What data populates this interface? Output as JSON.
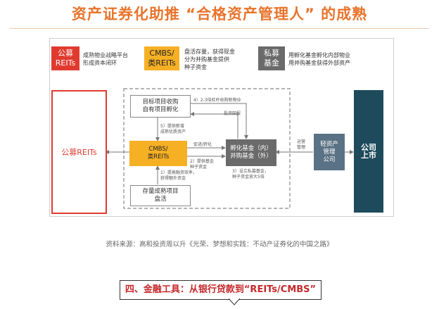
{
  "title": "资产证券化助推 “合格资产管理人” 的成熟",
  "legend": [
    {
      "label_lines": [
        "公募",
        "REITs"
      ],
      "desc_lines": [
        "成熟物业战略平台",
        "形成资本闭环"
      ],
      "color": "#e03a2f"
    },
    {
      "label_lines": [
        "CMBS/",
        "类REITs"
      ],
      "desc_lines": [
        "盘活存量，获得现金",
        "分为并购基金提供",
        "种子资金"
      ],
      "color": "#f6b024"
    },
    {
      "label_lines": [
        "私募",
        "基金"
      ],
      "desc_lines": [
        "用孵化基金孵化内部物业",
        "用并购基金获得外部资产"
      ],
      "color": "#6a6a6a"
    }
  ],
  "nodes": {
    "public_reits": "公募REITs",
    "target_lines": [
      "目标项目收购",
      "自有项目孵化"
    ],
    "cmbs_lines": [
      "CMBS/",
      "类REITs"
    ],
    "fund_lines": [
      "孵化基金（内）",
      "并购基金（外）"
    ],
    "existing_lines": [
      "存量成熟项目",
      "盘活"
    ],
    "light_lines": [
      "轻资产",
      "管理",
      "公司"
    ],
    "listed_lines": [
      "公司",
      "上市"
    ]
  },
  "labels": {
    "l4": "4）2-3倍杠杆收购新物业",
    "invest_return": "投资回报",
    "l5_lines": [
      "5）提供新增",
      "成熟优质资产"
    ],
    "promote": "促进/转化",
    "l2_lines": [
      "2）提供基金",
      "种子资金"
    ],
    "l1_lines": [
      "1）提高融资效率，",
      "获得额外资金"
    ],
    "l3_lines": [
      "3）设立私募基金，",
      "种子资金放大5倍"
    ],
    "operate_lines": [
      "运营",
      "管理"
    ]
  },
  "caption": "资料来源：高和投资周以升《光荣、梦想和实践：不动产证券化的中国之路》",
  "banner": "四、金融工具：从银行贷款到“REITs/CMBS”",
  "colors": {
    "red": "#e03a2f",
    "orange": "#f6b024",
    "gray": "#6a6a6a",
    "blue_gray": "#5a7285",
    "teal": "#1e4b5c",
    "title": "#e8742c"
  }
}
